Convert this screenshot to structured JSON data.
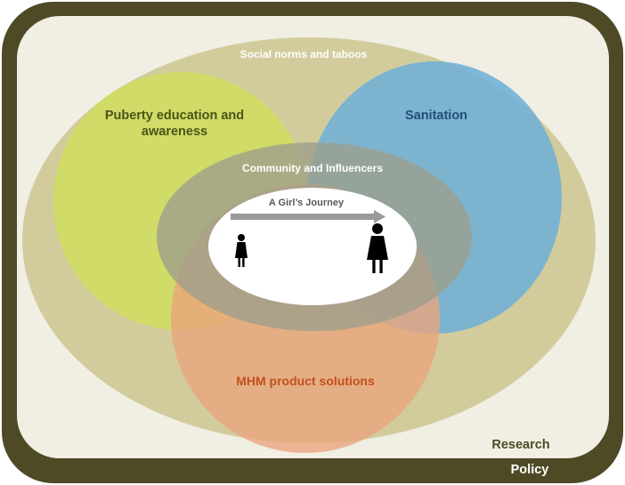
{
  "labels": {
    "social_norms": "Social norms and taboos",
    "puberty_line1": "Puberty education and",
    "puberty_line2": "awareness",
    "sanitation": "Sanitation",
    "community": "Community  and Influencers",
    "journey": "A Girl’s Journey",
    "mhm": "MHM product solutions",
    "research": "Research",
    "policy": "Policy"
  },
  "icons": {
    "girl": "young-girl-icon",
    "woman": "woman-icon",
    "arrow": "journey-arrow-icon"
  },
  "colors": {
    "policy_frame": "#4e4a26",
    "research_bg": "#f1eee3",
    "social_norms": "#d2cc9d",
    "puberty": "#cfdd63",
    "sanitation": "#72b1d6",
    "mhm": "#e8ae86",
    "community": "#9e9d8c",
    "journey_core": "#ffffff",
    "puberty_text": "#4d5416",
    "sanitation_text": "#1f4e79",
    "mhm_text": "#c4501e",
    "research_text": "#4e4a26"
  }
}
